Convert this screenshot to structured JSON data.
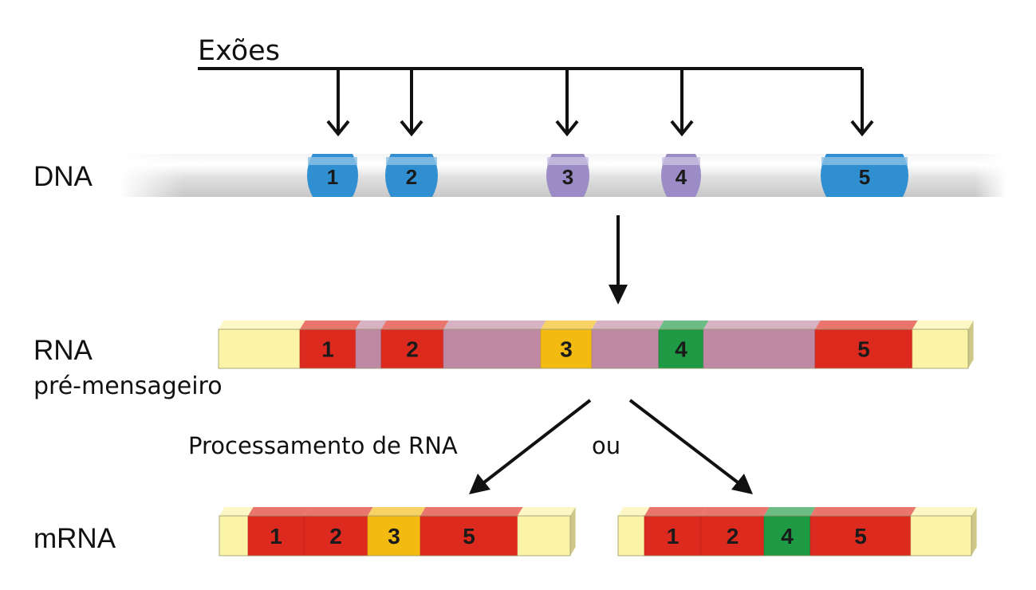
{
  "title": "Exões",
  "labels": {
    "dna": "DNA",
    "rna_line1": "RNA",
    "rna_line2": "pré-mensageiro",
    "processing": "Processamento de RNA",
    "or": "ou",
    "mrna": "mRNA"
  },
  "dna": {
    "exons": [
      {
        "label": "1",
        "color": "#2f8fd0"
      },
      {
        "label": "2",
        "color": "#2f8fd0"
      },
      {
        "label": "3",
        "color": "#9b8cc8"
      },
      {
        "label": "4",
        "color": "#9b8cc8"
      },
      {
        "label": "5",
        "color": "#2f8fd0"
      }
    ],
    "body_color": "#e2e2e2"
  },
  "pre_mrna": {
    "segments": [
      {
        "label": "",
        "kind": "utr",
        "color": "#fbf3a6"
      },
      {
        "label": "1",
        "kind": "exon",
        "color": "#dd2a1f"
      },
      {
        "label": "",
        "kind": "intron",
        "color": "#c089a3"
      },
      {
        "label": "2",
        "kind": "exon",
        "color": "#dd2a1f"
      },
      {
        "label": "",
        "kind": "intron",
        "color": "#c089a3"
      },
      {
        "label": "3",
        "kind": "exon",
        "color": "#f3bb12"
      },
      {
        "label": "",
        "kind": "intron",
        "color": "#c089a3"
      },
      {
        "label": "4",
        "kind": "exon",
        "color": "#1d9a43"
      },
      {
        "label": "",
        "kind": "intron",
        "color": "#c089a3"
      },
      {
        "label": "5",
        "kind": "exon",
        "color": "#dd2a1f"
      },
      {
        "label": "",
        "kind": "utr",
        "color": "#fbf3a6"
      }
    ]
  },
  "mrna": [
    {
      "segments": [
        {
          "label": "",
          "color": "#fbf3a6"
        },
        {
          "label": "1",
          "color": "#dd2a1f"
        },
        {
          "label": "2",
          "color": "#dd2a1f"
        },
        {
          "label": "3",
          "color": "#f3bb12"
        },
        {
          "label": "5",
          "color": "#dd2a1f"
        },
        {
          "label": "",
          "color": "#fbf3a6"
        }
      ]
    },
    {
      "segments": [
        {
          "label": "",
          "color": "#fbf3a6"
        },
        {
          "label": "1",
          "color": "#dd2a1f"
        },
        {
          "label": "2",
          "color": "#dd2a1f"
        },
        {
          "label": "4",
          "color": "#1d9a43"
        },
        {
          "label": "5",
          "color": "#dd2a1f"
        },
        {
          "label": "",
          "color": "#fbf3a6"
        }
      ]
    }
  ]
}
